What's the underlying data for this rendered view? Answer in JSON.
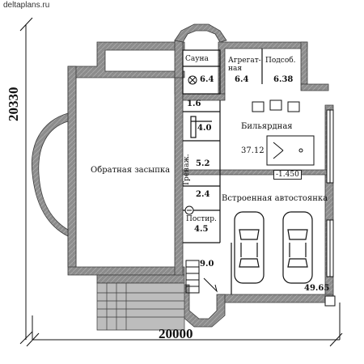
{
  "site_label": "deltaplans.ru",
  "dimensions": {
    "height": "20330",
    "width": "20000"
  },
  "rooms": {
    "sauna": "Сауна",
    "sauna_area": "6.4",
    "machine_room_line1": "Агрегат-",
    "machine_room_line2": "ная",
    "machine_room_area": "6.4",
    "utility_room": "Подсоб.",
    "utility_room_area": "6.38",
    "small_room_area": "1.6",
    "pantry_area": "4.0",
    "billiard_room": "Бильярдная",
    "billiard_room_area": "37.12",
    "gym": "Тренаж.",
    "gym_area": "5.2",
    "hall_area": "2.4",
    "laundry": "Постир.",
    "laundry_area": "4.5",
    "backfill": "Обратная засыпка",
    "garage": "Встроенная автостоянка",
    "garage_area": "49.65",
    "stair_area": "9.0"
  },
  "level_mark": "-1.450",
  "colors": {
    "wall": "#8a8a8a",
    "wall_stroke": "#3a3a3a",
    "line": "#111111"
  },
  "icons": [
    "car-icon",
    "billiard-table-icon",
    "stair-icon",
    "fan-icon",
    "boiler-icon"
  ]
}
